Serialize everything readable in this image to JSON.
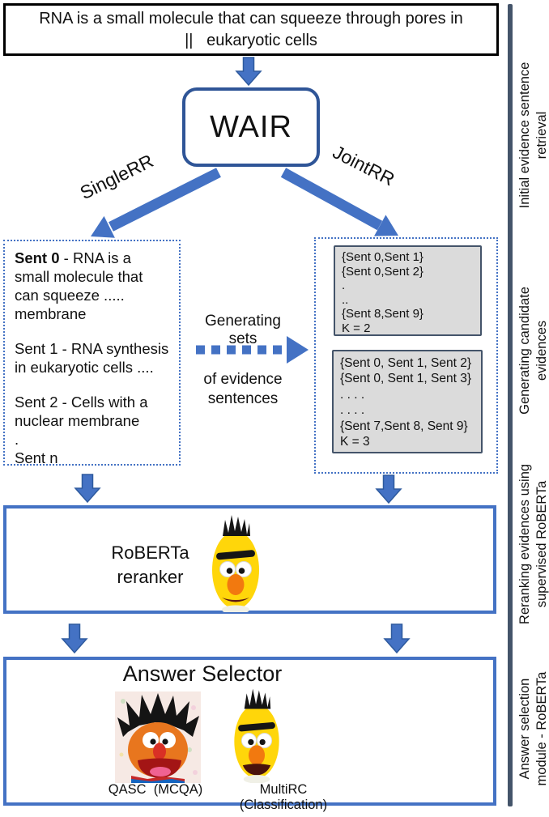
{
  "question_box": {
    "line1": "RNA is a small molecule that can squeeze through pores in",
    "line2": "||   eukaryotic cells"
  },
  "wair_label": "WAIR",
  "branches": {
    "left": "SingleRR",
    "right": "JointRR"
  },
  "candidate_sentences": {
    "sent0_label": "Sent 0",
    "sent0_text": " - RNA is a small molecule that can squeeze ..... membrane",
    "sent1": "Sent 1 - RNA synthesis in eukaryotic cells ....",
    "sent2": "Sent 2 - Cells with a nuclear membrane",
    "dot": ".",
    "sent_n": "Sent n"
  },
  "generating_sets": {
    "line1": "Generating sets",
    "line2": "of evidence",
    "line3": "sentences"
  },
  "joint_sets": {
    "k2": [
      "{Sent 0,Sent 1}",
      "{Sent 0,Sent 2}",
      ".",
      "..",
      "{Sent 8,Sent 9}",
      "K = 2"
    ],
    "k3": [
      "{Sent 0, Sent 1, Sent 2}",
      "{Sent 0, Sent 1, Sent 3}",
      ". . . .",
      ". . . .",
      "{Sent 7,Sent 8, Sent 9}",
      "K = 3"
    ]
  },
  "reranker": {
    "line1": "RoBERTa",
    "line2": "reranker",
    "icon": "bert-muppet"
  },
  "answer_selector": {
    "title": "Answer Selector",
    "left_icon": "ernie-muppet",
    "right_icon": "bert-muppet",
    "left_label": "QASC  (MCQA)",
    "right_label": "MultiRC (Classification)"
  },
  "sidebar_labels": [
    "Initial evidence sentence retrieval",
    "Generating candidate evidences",
    "Reranking evidences using supervised RoBERTa",
    "Answer selection module - RoBERTa"
  ],
  "colors": {
    "arrow_blue": "#4472C4",
    "wair_border_blue": "#2F5597",
    "box_border_blue": "#4472C4",
    "slate_gray": "#44546A",
    "gray_fill": "#DBDBDB"
  }
}
